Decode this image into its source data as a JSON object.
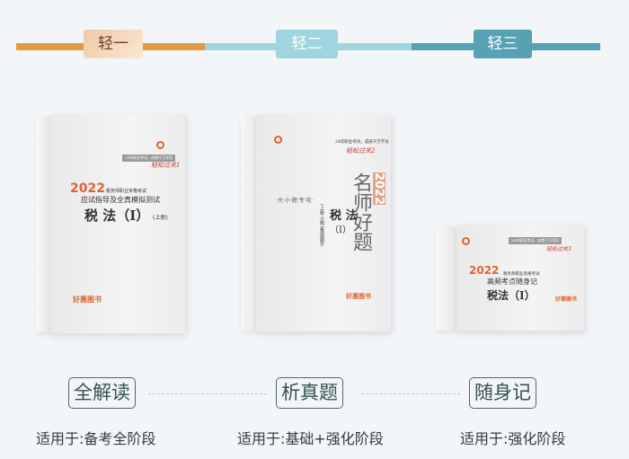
{
  "stages": [
    {
      "label": "轻一",
      "color": "#e39a45",
      "tag_color": "#f1d2b4",
      "text_color": "#6b4126"
    },
    {
      "label": "轻二",
      "color": "#9fd5de",
      "tag_color": "#9fd5de",
      "text_color": "#ffffff"
    },
    {
      "label": "轻三",
      "color": "#56a2b4",
      "tag_color": "#56a2b4",
      "text_color": "#ffffff"
    }
  ],
  "books": [
    {
      "year": "2022",
      "exam": "税务师职业资格考试",
      "subtitle": "应试指导及全真模拟测试",
      "title": "税 法（I）",
      "volume": "(上册)",
      "series": "轻松过关1",
      "slogan": "24年职业考试，成就千万学员",
      "badge": "好惠图书"
    },
    {
      "year": "2022",
      "subtitle": "名师好题",
      "tagline": "·大·小·题·专·攻·",
      "title": "税 法",
      "roman": "（I）",
      "volume": "(上册·小题 客观题型)",
      "series": "轻松过关2",
      "slogan": "24年职业考试，成就千万学员",
      "badge": "好惠图书"
    },
    {
      "year": "2022",
      "exam": "税务师职业资格考试",
      "subtitle": "高频考点随身记",
      "title": "税法（I）",
      "series": "轻松过关3",
      "slogan": "24年职业考试，成就千万学员",
      "badge": "好惠图书"
    }
  ],
  "features": [
    {
      "label": "全解读",
      "caption": "适用于:备考全阶段"
    },
    {
      "label": "析真题",
      "caption": "适用于:基础+强化阶段"
    },
    {
      "label": "随身记",
      "caption": "适用于:强化阶段"
    }
  ]
}
